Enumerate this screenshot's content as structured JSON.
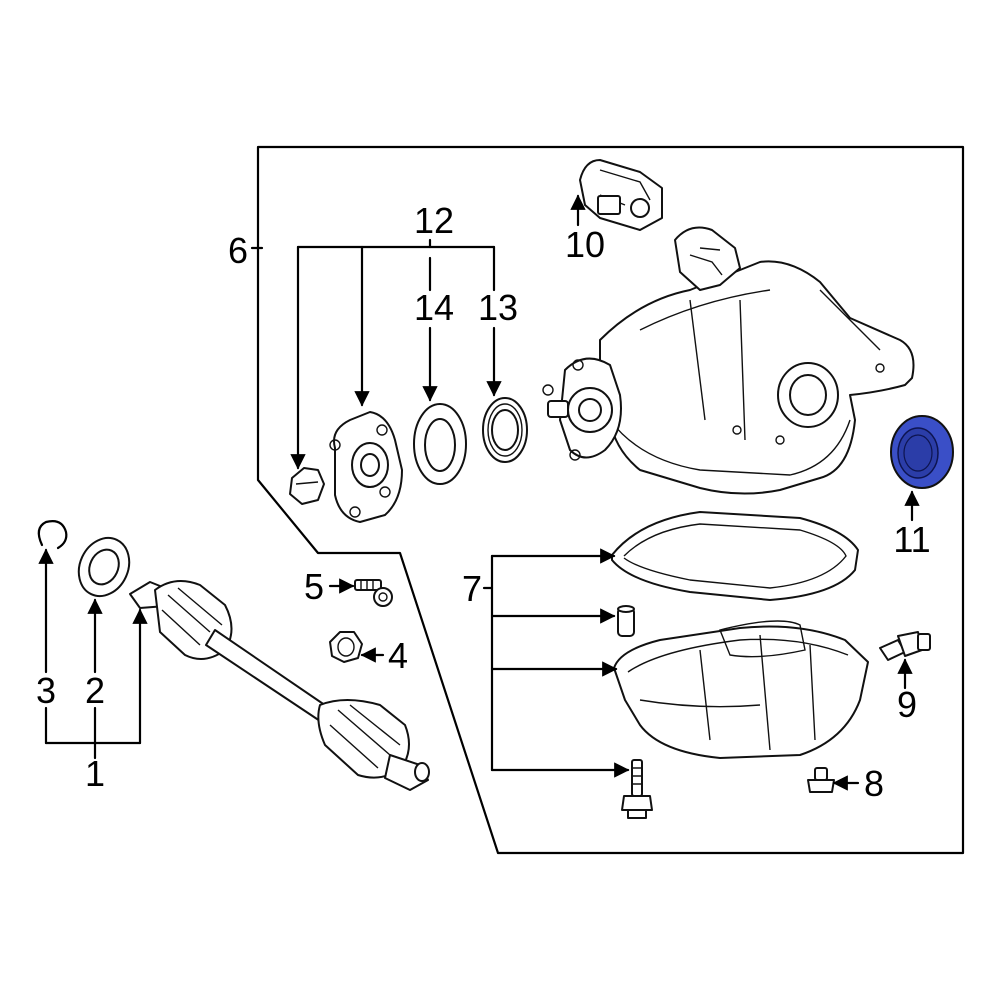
{
  "diagram": {
    "highlight_color": "#3a4fc7",
    "callouts": {
      "c1": "1",
      "c2": "2",
      "c3": "3",
      "c4": "4",
      "c5": "5",
      "c6": "6",
      "c7": "7",
      "c8": "8",
      "c9": "9",
      "c10": "10",
      "c11": "11",
      "c12": "12",
      "c13": "13",
      "c14": "14"
    }
  }
}
